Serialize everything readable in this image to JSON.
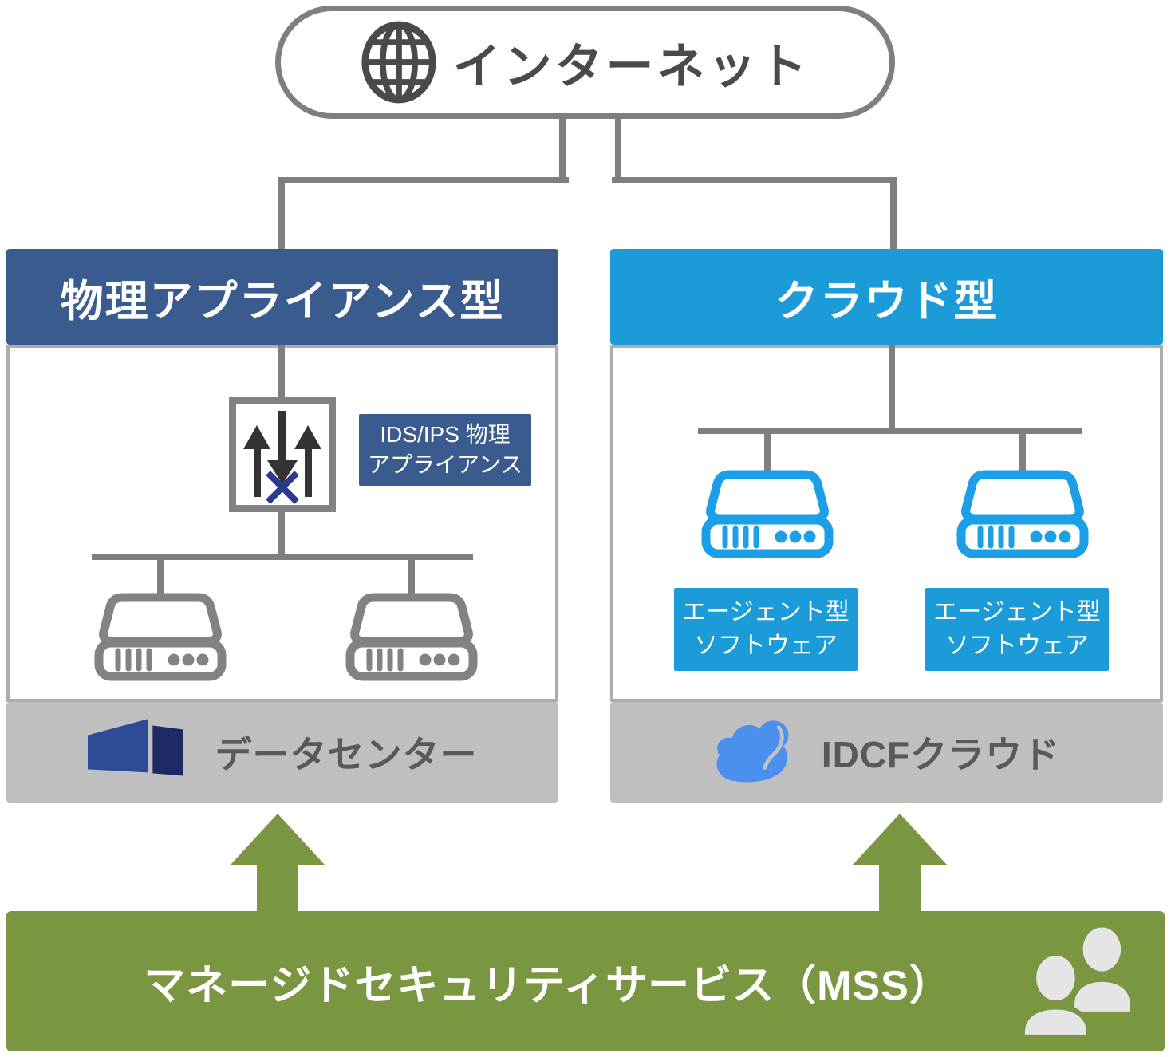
{
  "internet": {
    "label": "インターネット"
  },
  "left_panel": {
    "header": "物理アプライアンス型",
    "appliance_label": {
      "line1": "IDS/IPS 物理",
      "line2": "アプライアンス"
    },
    "footer": {
      "label": "データセンター"
    }
  },
  "right_panel": {
    "header": "クラウド型",
    "agents": [
      {
        "line1": "エージェント型",
        "line2": "ソフトウェア"
      },
      {
        "line1": "エージェント型",
        "line2": "ソフトウェア"
      }
    ],
    "footer": {
      "label": "IDCFクラウド"
    }
  },
  "banner": {
    "label": "マネージドセキュリティサービス（MSS）"
  },
  "icons": {
    "internet": "globe-icon",
    "left_appliance": "ids-ips-appliance-icon",
    "servers": "server-icon",
    "left_footer": "datacenter-building-icon",
    "right_footer": "idcf-cloud-icon",
    "banner": "people-icon"
  },
  "colors": {
    "physical_header_blue": "#3A5B8D",
    "cloud_header_cyan": "#1B9CD9",
    "server_blue": "#1BA0E8",
    "server_gray": "#828282",
    "connector_gray": "#7F7F7F",
    "panel_border_gray": "#ADADAD",
    "footer_gray": "#BFBFBF",
    "footer_text_gray": "#595959",
    "mss_green": "#7A9640",
    "ids_cross_navy": "#2B3A8F",
    "arrow_dark": "#333333",
    "building_blue": "#2D4B96",
    "building_navy": "#1D2A63",
    "idcf_cloud_blue": "#4B90EE",
    "globe_dark_gray": "#4A4A4A"
  }
}
